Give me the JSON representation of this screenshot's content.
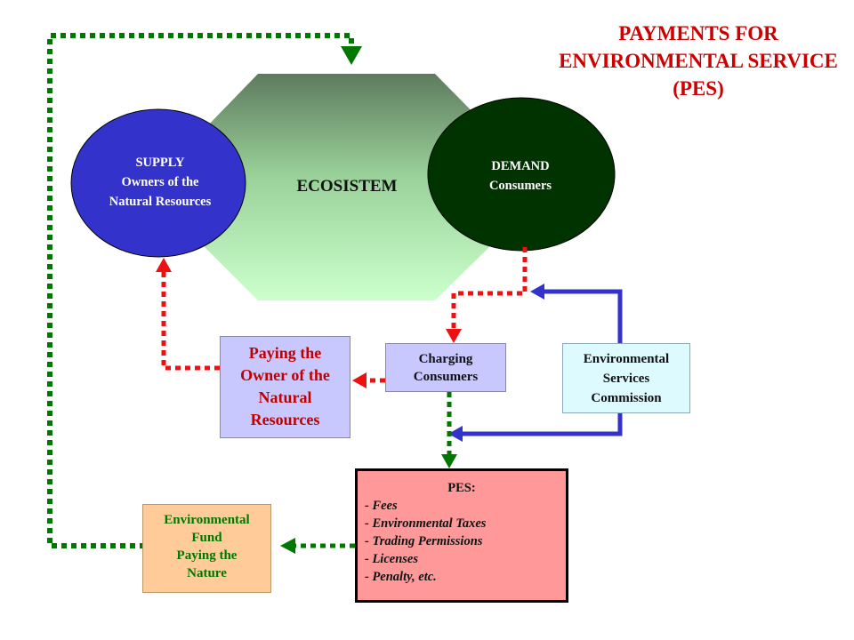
{
  "title": {
    "line1": "PAYMENTS FOR",
    "line2": "ENVIRONMENTAL SERVICE",
    "line3": "(PES)"
  },
  "ecosystem": {
    "label": "ECOSISTEM"
  },
  "supply": {
    "line1": "SUPPLY",
    "line2": "Owners of the",
    "line3": "Natural Resources"
  },
  "demand": {
    "line1": "DEMAND",
    "line2": "Consumers"
  },
  "paying_owner": {
    "line1": "Paying the",
    "line2": "Owner of the",
    "line3": "Natural",
    "line4": "Resources"
  },
  "charging": {
    "line1": "Charging",
    "line2": "Consumers"
  },
  "commission": {
    "line1": "Environmental",
    "line2": "Services",
    "line3": "Commission"
  },
  "pes": {
    "title": "PES:",
    "items": [
      "-  Fees",
      "- Environmental Taxes",
      "- Trading Permissions",
      "- Licenses",
      "- Penalty, etc."
    ]
  },
  "fund": {
    "line1": "Environmental",
    "line2": "Fund",
    "line3": "Paying the",
    "line4": "Nature"
  },
  "colors": {
    "title": "#cc0000",
    "supply_circle": "#3333cc",
    "demand_circle": "#003300",
    "red_arrow": "#ee1111",
    "green_arrow": "#007700",
    "blue_arrow": "#3333cc"
  }
}
